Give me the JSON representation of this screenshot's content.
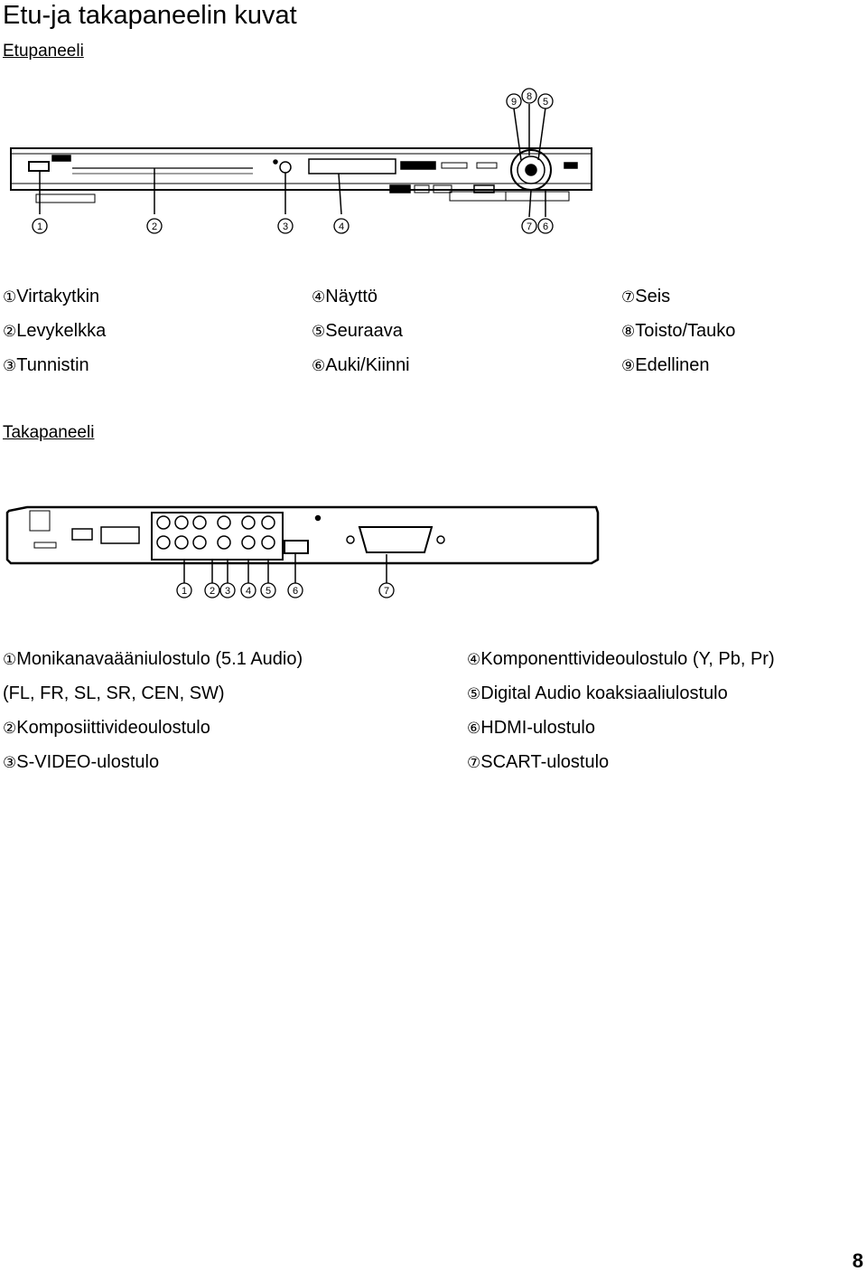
{
  "title": "Etu-ja takapaneelin kuvat",
  "front": {
    "heading": "Etupaneeli",
    "callouts": [
      "1",
      "2",
      "3",
      "4",
      "5",
      "6",
      "7",
      "8",
      "9"
    ],
    "items": [
      {
        "num": "①",
        "label": "Virtakytkin"
      },
      {
        "num": "②",
        "label": "Levykelkka"
      },
      {
        "num": "③",
        "label": "Tunnistin"
      },
      {
        "num": "④",
        "label": "Näyttö"
      },
      {
        "num": "⑤",
        "label": "Seuraava"
      },
      {
        "num": "⑥",
        "label": "Auki/Kiinni"
      },
      {
        "num": "⑦",
        "label": "Seis"
      },
      {
        "num": "⑧",
        "label": "Toisto/Tauko"
      },
      {
        "num": "⑨",
        "label": "Edellinen"
      }
    ]
  },
  "rear": {
    "heading": "Takapaneeli",
    "callouts": [
      "1",
      "2",
      "3",
      "4",
      "5",
      "6",
      "7"
    ],
    "items_left": [
      {
        "num": "①",
        "label": "Monikanavaääniulostulo (5.1 Audio)"
      },
      {
        "num": "",
        "label": "(FL, FR, SL, SR, CEN, SW)"
      },
      {
        "num": "②",
        "label": "Komposiittivideoulostulo"
      },
      {
        "num": "③",
        "label": "S-VIDEO-ulostulo"
      }
    ],
    "items_right": [
      {
        "num": "④",
        "label": "Komponenttivideoulostulo (Y, Pb, Pr)"
      },
      {
        "num": "⑤",
        "label": "Digital Audio koaksiaaliulostulo"
      },
      {
        "num": "⑥",
        "label": "HDMI-ulostulo"
      },
      {
        "num": "⑦",
        "label": "SCART-ulostulo"
      }
    ]
  },
  "page_number": "8"
}
